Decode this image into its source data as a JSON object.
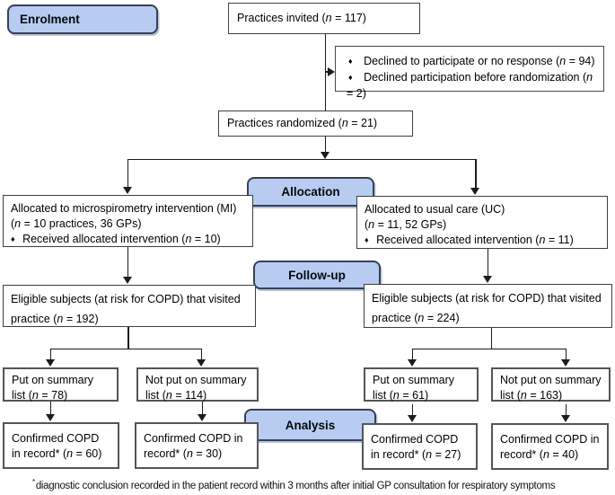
{
  "glyphs": {
    "bullet": "♦"
  },
  "stage_labels": {
    "enrolment": "Enrolment",
    "allocation": "Allocation",
    "followup": "Follow-up",
    "analysis": "Analysis"
  },
  "enrolment": {
    "invited": "Practices invited (n = 117)",
    "declined_items": [
      "Declined to participate or no response (n = 94)",
      "Declined participation before randomization (n = 2)"
    ],
    "randomized": "Practices randomized (n = 21)"
  },
  "allocation": {
    "mi": {
      "line1": "Allocated to microspirometry intervention (MI)",
      "line2": "(n = 10 practices, 36 GPs)",
      "bullet": "Received allocated intervention (n = 10)"
    },
    "uc": {
      "line1": "Allocated to usual care (UC)",
      "line2": "(n = 11, 52 GPs)",
      "bullet": "Received allocated intervention (n = 11)"
    }
  },
  "followup": {
    "mi_eligible": {
      "line1": "Eligible subjects (at risk for COPD) that visited",
      "line2": "practice (n = 192)"
    },
    "uc_eligible": {
      "line1": "Eligible subjects (at risk for COPD) that visited",
      "line2": "practice (n = 224)"
    },
    "mi_on_list": {
      "line1": "Put on summary",
      "line2": "list (n = 78)"
    },
    "mi_not_on_list": {
      "line1": "Not put on summary",
      "line2": "list (n = 114)"
    },
    "uc_on_list": {
      "line1": "Put on summary",
      "line2": "list (n = 61)"
    },
    "uc_not_on_list": {
      "line1": "Not put on summary",
      "line2": "list (n = 163)"
    }
  },
  "analysis": {
    "mi_on_list": {
      "line1": "Confirmed COPD",
      "line2": "in record* (n = 60)"
    },
    "mi_not_on_list": {
      "line1": "Confirmed COPD in",
      "line2": "record* (n = 30)"
    },
    "uc_on_list": {
      "line1": "Confirmed COPD",
      "line2": "in record* (n = 27)"
    },
    "uc_not_on_list": {
      "line1": "Confirmed COPD in",
      "line2": "record* (n = 40)"
    }
  },
  "footnote": {
    "star": "*",
    "text": "diagnostic conclusion recorded in the patient record within 3 months after initial GP consultation for respiratory symptoms"
  },
  "colors": {
    "stage_fill": "#b7ccf0",
    "stage_border": "#33415c"
  }
}
